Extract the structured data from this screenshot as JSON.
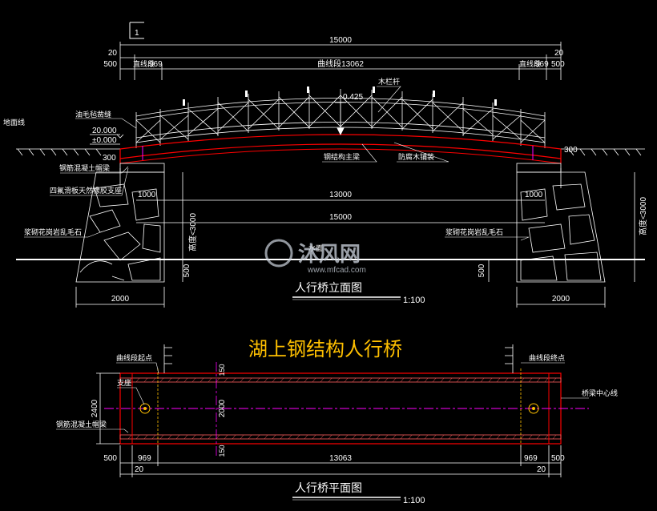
{
  "sheet": {
    "number": "1",
    "main_title": "湖上钢结构人行桥"
  },
  "elevation": {
    "title": "人行桥立面图",
    "scale": "1:100",
    "dims": {
      "overall": "15000",
      "top_left_20": "20",
      "top_right_20": "20",
      "left_500": "500",
      "left_969": "969",
      "left_curve_label": "直线段",
      "mid_curve": "曲线段13062",
      "right_curve_label": "直线段",
      "right_969": "969",
      "right_500": "500",
      "rise": "0.425",
      "left_300": "300",
      "right_300": "300",
      "span_1000_left": "1000",
      "span_1000_right": "1000",
      "span_13000": "13000",
      "span_15000": "15000",
      "height_left": "高度<3000",
      "height_right": "高度<3000",
      "depth_left": "500",
      "depth_right": "500",
      "base_left": "2000",
      "base_right": "2000",
      "level_top": "20.000",
      "level_zero": "±0.000"
    },
    "notes": {
      "ground_line": "地面线",
      "handrail_top": "油毛毡凿缝",
      "rc_head_top": "钢筋混凝土帽梁",
      "bearing_plate": "四氟滑板天然橡胶支座",
      "rubble_left": "浆砌花岗岩乱毛石",
      "rubble_right": "浆砌花岗岩乱毛石",
      "wood_rail": "木栏杆",
      "steel_beam": "钢结构主梁",
      "anticorrosive_deck": "防腐木铺装",
      "water_surface": "水面"
    }
  },
  "plan": {
    "title": "人行桥平面图",
    "scale": "1:100",
    "dims": {
      "width_total": "2400",
      "width_inner": "2000",
      "edge_top": "150",
      "edge_bottom": "150",
      "bot_left_500": "500",
      "bot_left_969": "969",
      "bot_mid": "13063",
      "bot_right_969": "969",
      "bot_right_500": "500",
      "bot_left_20": "20",
      "bot_right_20": "20"
    },
    "notes": {
      "curve_start": "曲线段起点",
      "curve_end": "曲线段终点",
      "bearing": "支座",
      "rc_head": "钢筋混凝土帽梁",
      "center_line": "桥梁中心线"
    }
  },
  "watermark": {
    "brand": "沐风网",
    "url": "www.mfcad.com"
  },
  "colors": {
    "background": "#000000",
    "line": "#ffffff",
    "beam": "#ff0000",
    "center": "#ff00ff",
    "title_text": "#ffc000",
    "deck_hatch": "#ff6060"
  }
}
